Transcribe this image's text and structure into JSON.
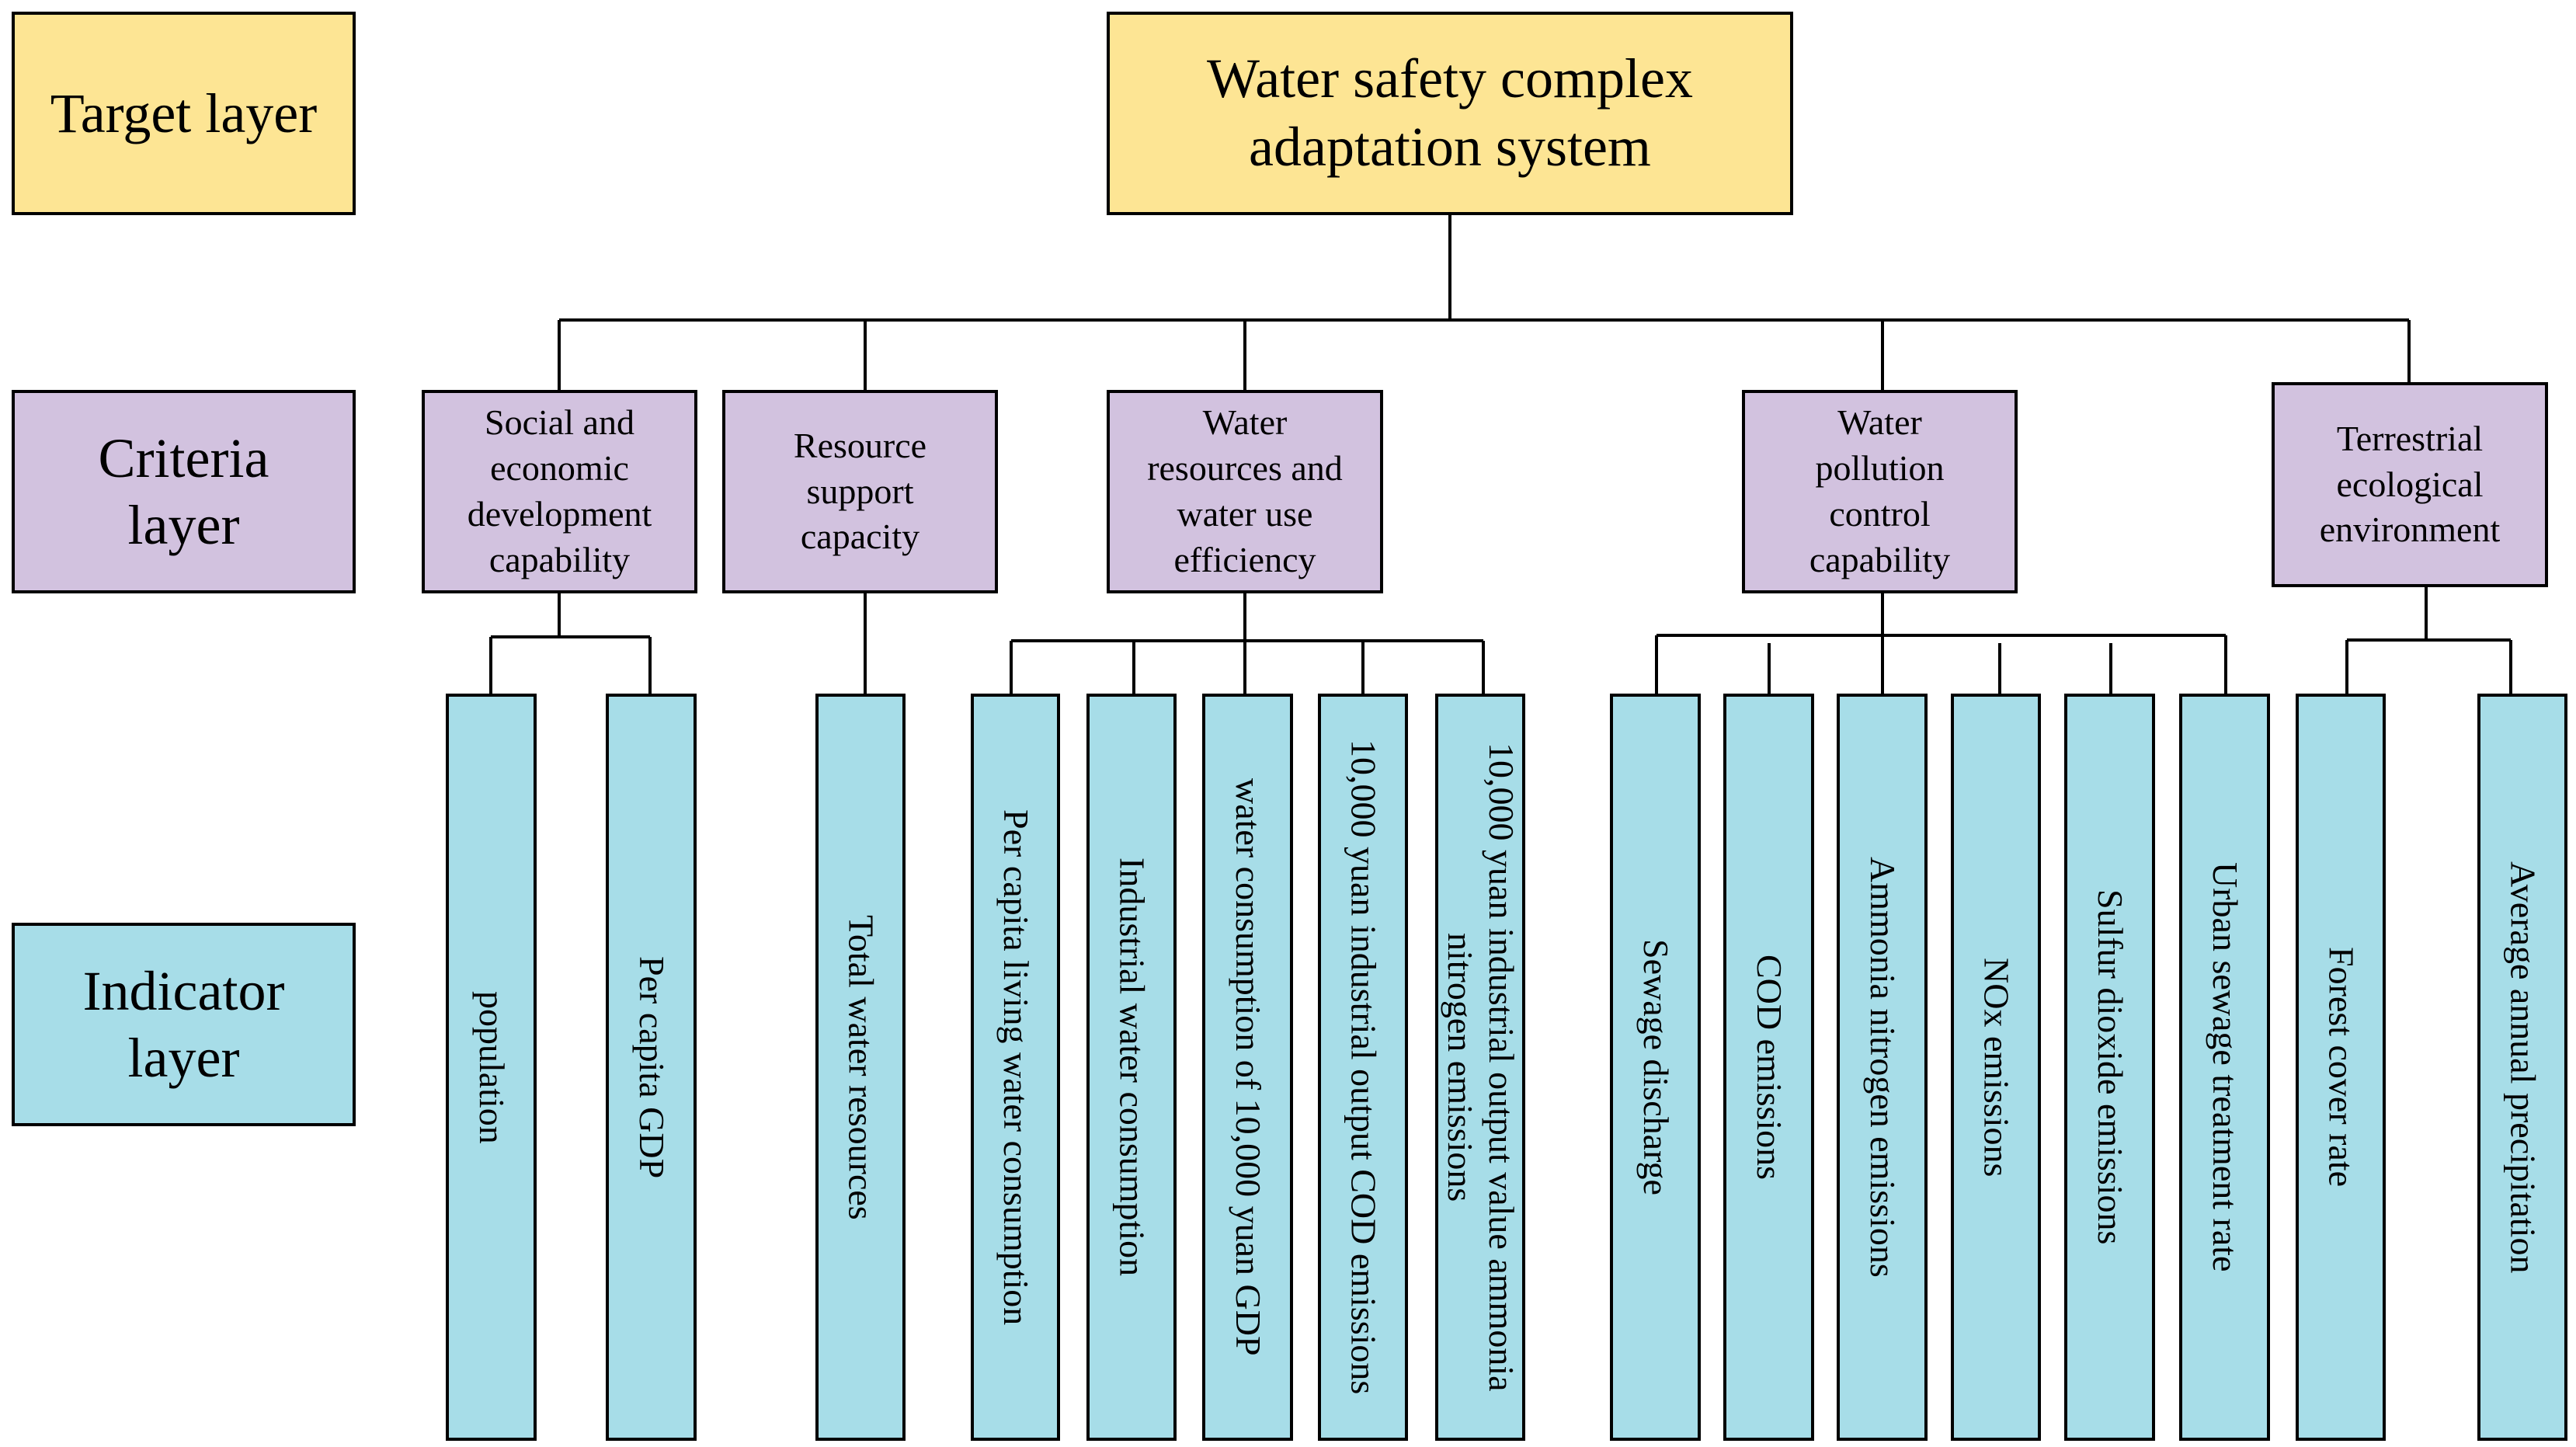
{
  "layers": {
    "target": "Target layer",
    "criteria": "Criteria layer",
    "indicator": "Indicator layer"
  },
  "target": "Water safety complex adaptation system",
  "criteria": [
    "Social and economic development capability",
    "Resource support capacity",
    "Water resources and water use efficiency",
    "Water pollution control capability",
    "Terrestrial ecological environment"
  ],
  "indicators": [
    "population",
    "Per capita GDP",
    "Total water resources",
    "Per capita living water consumption",
    "Industrial water consumption",
    "water consumption of 10,000 yuan GDP",
    "10,000 yuan industrial output COD emissions",
    "10,000 yuan industrial output value ammonia nitrogen emissions",
    "Sewage discharge",
    "COD emissions",
    "Ammonia nitrogen emissions",
    "NOx emissions",
    "Sulfur dioxide emissions",
    "Urban sewage treatment rate",
    "Forest cover rate",
    "Average annual precipitation"
  ],
  "colors": {
    "target": "#fde594",
    "criteria": "#d2c2df",
    "indicator": "#a7dde8",
    "border": "#000000"
  }
}
